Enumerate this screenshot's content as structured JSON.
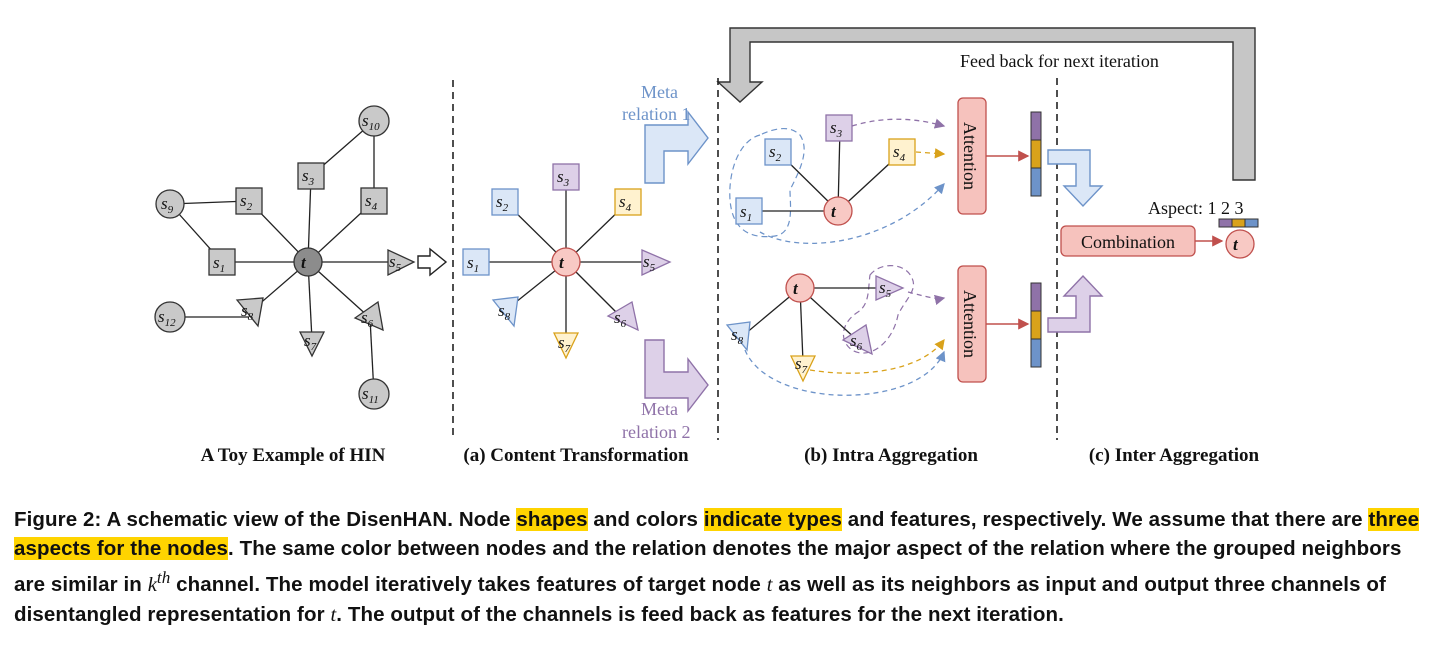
{
  "panels": {
    "toy": "A Toy Example of HIN",
    "a": "(a) Content Transformation",
    "b": "(b) Intra Aggregation",
    "c": "(c) Inter Aggregation"
  },
  "feedback_label": "Feed back for next iteration",
  "meta1_line1": "Meta",
  "meta1_line2": "relation 1",
  "meta2_line1": "Meta",
  "meta2_line2": "relation 2",
  "attention_label": "Attention",
  "combination_label": "Combination",
  "aspect_label": "Aspect: 1 2 3",
  "target_node": "t",
  "node_prefix": "s",
  "toy_nodes": [
    "1",
    "2",
    "3",
    "4",
    "5",
    "6",
    "7",
    "8",
    "9",
    "10",
    "11",
    "12"
  ],
  "colors": {
    "gray_fill": "#c9c9c9",
    "blue_fill": "#dbe7f7",
    "blue_stroke": "#6d93c9",
    "purple_fill": "#ddd0e8",
    "purple_stroke": "#8f72a8",
    "yellow_fill": "#fff2cf",
    "yellow_stroke": "#d9a21b",
    "target_fill": "#f8c9c4",
    "target_stroke": "#c0504d",
    "attention_fill": "#f6c2bd",
    "highlight": "#ffd400"
  },
  "caption": {
    "c1": "Figure 2: A schematic view of the DisenHAN. Node ",
    "h1": "shapes",
    "c2": " and colors ",
    "h2": "indicate types",
    "c3": " and features, respectively. We assume that there are ",
    "h3": "three aspects for the nodes",
    "c4": ". The same color between nodes and the relation denotes the major aspect of the relation where the grouped neighbors are similar in ",
    "k": "k",
    "th": "th",
    "c5": " channel. The model iteratively takes features of target node ",
    "t1": "t",
    "c6": " as well as its neighbors as input and output three channels of disentangled representation for ",
    "t2": "t",
    "c7": ". The output of the channels is feed back as features for the next iteration."
  }
}
